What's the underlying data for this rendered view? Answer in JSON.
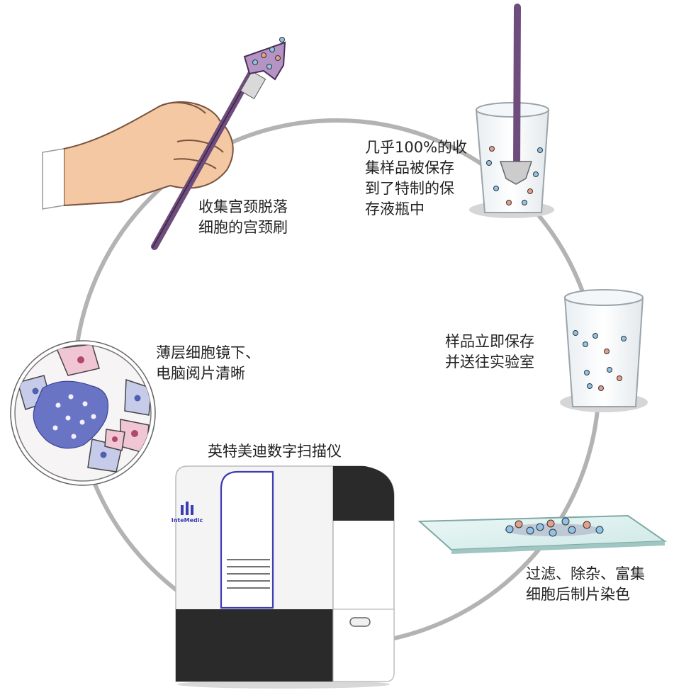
{
  "labels": {
    "brush": [
      "收集宫颈脱落",
      "细胞的宫颈刷"
    ],
    "vial": [
      "几乎100%的收",
      "集样品被保存",
      "到了特制的保",
      "存液瓶中"
    ],
    "lab": [
      "样品立即保存",
      "并送往实验室"
    ],
    "slide": [
      "过滤、除杂、富集",
      "细胞后制片染色"
    ],
    "scanner": "英特美迪数字扫描仪",
    "microscope": [
      "薄层细胞镜下、",
      "电脑阅片清晰"
    ]
  },
  "brand": {
    "logo_text": "InteMedic"
  },
  "colors": {
    "cycle_ring": "#b3b3b3",
    "brush_handle": "#6e4c7c",
    "cell_blue": "#4f5fb4",
    "cell_pink": "#c8768c",
    "scanner_accent": "#3c3cb4",
    "scanner_base": "#2a2a2a"
  },
  "icons": [
    "hand-holding-brush-icon",
    "vial-with-brush-icon",
    "sample-cup-icon",
    "microscope-slide-icon",
    "digital-scanner-icon",
    "cell-magnifier-icon"
  ]
}
